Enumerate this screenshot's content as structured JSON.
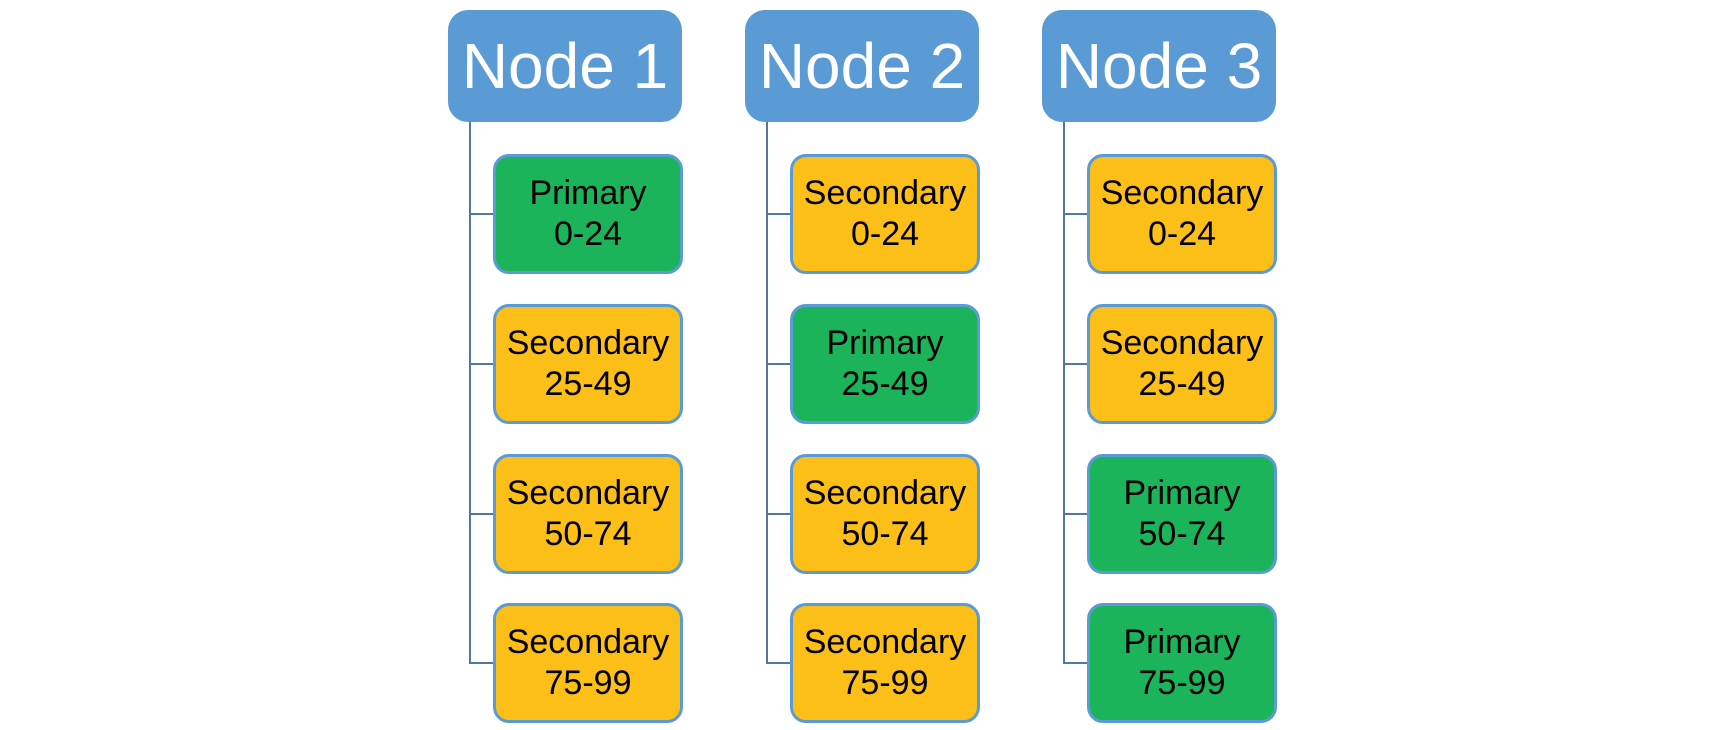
{
  "diagram": {
    "type": "hierarchy",
    "background": "#FFFFFF",
    "colors": {
      "node_header": "#5B9BD5",
      "primary": "#1CB45A",
      "secondary": "#FCBF17",
      "connector": "#53779F",
      "child_border": "#5B9BD5",
      "header_text": "#FFFFFF",
      "child_text": "#000000"
    },
    "columns": [
      {
        "header": "Node 1",
        "children": [
          {
            "label": "Primary",
            "range": "0-24",
            "type": "primary"
          },
          {
            "label": "Secondary",
            "range": "25-49",
            "type": "secondary"
          },
          {
            "label": "Secondary",
            "range": "50-74",
            "type": "secondary"
          },
          {
            "label": "Secondary",
            "range": "75-99",
            "type": "secondary"
          }
        ]
      },
      {
        "header": "Node 2",
        "children": [
          {
            "label": "Secondary",
            "range": "0-24",
            "type": "secondary"
          },
          {
            "label": "Primary",
            "range": "25-49",
            "type": "primary"
          },
          {
            "label": "Secondary",
            "range": "50-74",
            "type": "secondary"
          },
          {
            "label": "Secondary",
            "range": "75-99",
            "type": "secondary"
          }
        ]
      },
      {
        "header": "Node 3",
        "children": [
          {
            "label": "Secondary",
            "range": "0-24",
            "type": "secondary"
          },
          {
            "label": "Secondary",
            "range": "25-49",
            "type": "secondary"
          },
          {
            "label": "Primary",
            "range": "50-74",
            "type": "primary"
          },
          {
            "label": "Primary",
            "range": "75-99",
            "type": "primary"
          }
        ]
      }
    ]
  }
}
